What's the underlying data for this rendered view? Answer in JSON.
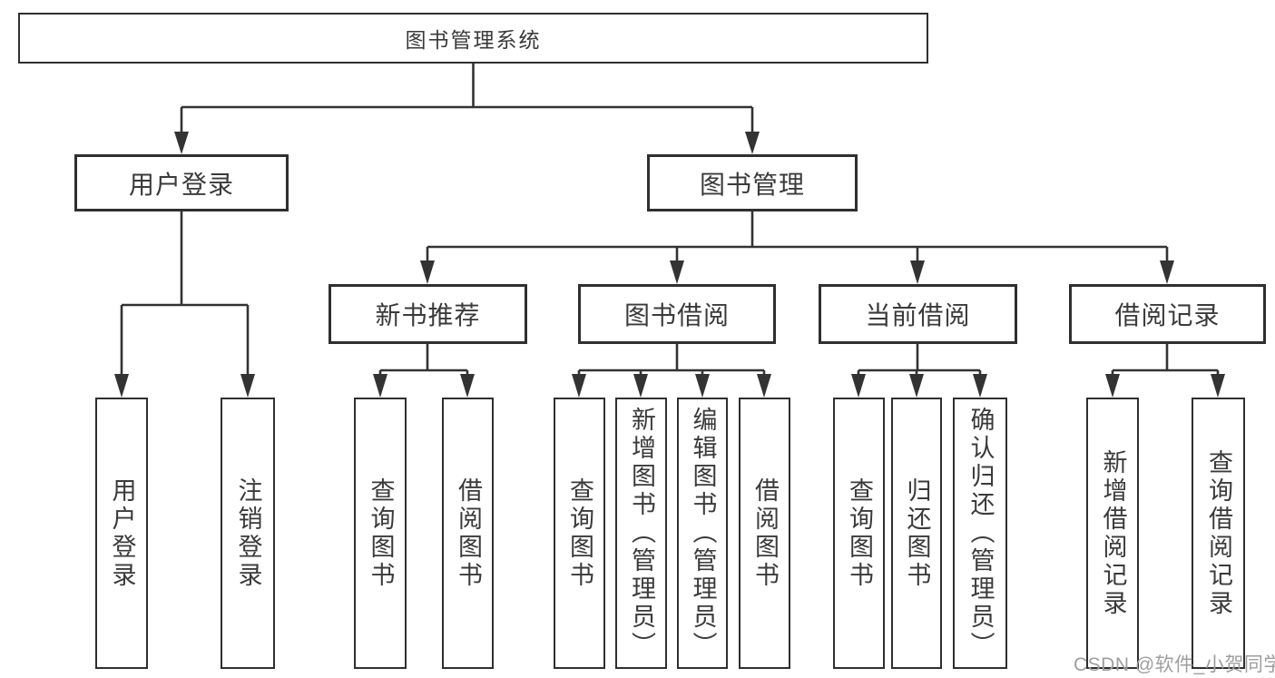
{
  "diagram": {
    "type": "tree-structure-chart",
    "colors": {
      "background": "#ffffff",
      "line": "#333333",
      "box_border": "#2f2f2f",
      "text": "#3a3a3a",
      "watermark": "#9e9e9e"
    },
    "nodes": {
      "root": "图书管理系统",
      "level2": [
        "用户登录",
        "图书管理"
      ],
      "level3": [
        "新书推荐",
        "图书借阅",
        "当前借阅",
        "借阅记录"
      ],
      "leaves": [
        "用户登录",
        "注销登录",
        "查询图书",
        "借阅图书",
        "查询图书",
        "新增图书（管理员）",
        "编辑图书（管理员）",
        "借阅图书",
        "查询图书",
        "归还图书",
        "确认归还（管理员）",
        "新增借阅记录",
        "查询借阅记录"
      ]
    },
    "hierarchy": {
      "图书管理系统": [
        "用户登录",
        "图书管理"
      ],
      "用户登录": [
        "用户登录",
        "注销登录"
      ],
      "图书管理": [
        "新书推荐",
        "图书借阅",
        "当前借阅",
        "借阅记录"
      ],
      "新书推荐": [
        "查询图书",
        "借阅图书"
      ],
      "图书借阅": [
        "查询图书",
        "新增图书（管理员）",
        "编辑图书（管理员）",
        "借阅图书"
      ],
      "当前借阅": [
        "查询图书",
        "归还图书",
        "确认归还（管理员）"
      ],
      "借阅记录": [
        "新增借阅记录",
        "查询借阅记录"
      ]
    },
    "watermark": "CSDN @软件_小贺同学"
  }
}
